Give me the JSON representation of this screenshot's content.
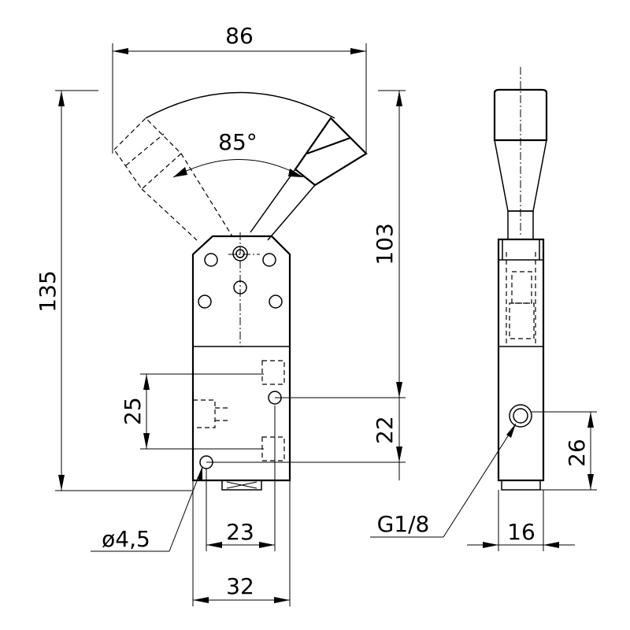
{
  "dimensions": {
    "width_total": "86",
    "angle": "85°",
    "height_total": "135",
    "height_port": "103",
    "port_spacing_left": "25",
    "port_spacing_right": "22",
    "hole_diameter": "ø4,5",
    "hole_spacing": "23",
    "body_width": "32",
    "side_port_height": "26",
    "thread": "G1/8",
    "side_width": "16"
  }
}
